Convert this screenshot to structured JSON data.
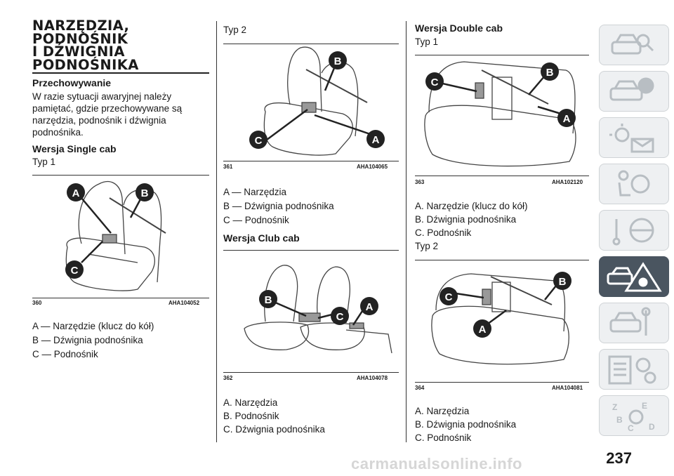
{
  "title_lines": [
    "NARZĘDZIA,",
    "PODNOŚNIK",
    "I DŹWIGNIA",
    "PODNOŚNIKA"
  ],
  "col1": {
    "subhead": "Przechowywanie",
    "intro": [
      "W razie sytuacji awaryjnej należy",
      "pamiętać, gdzie przechowywane są",
      "narzędzia, podnośnik i dźwignia",
      "podnośnika."
    ],
    "section": "Wersja Single cab",
    "type": "Typ 1",
    "fig_num": "360",
    "fig_code": "AHA104052",
    "legend": [
      "A — Narzędzie (klucz do kół)",
      "B — Dźwignia podnośnika",
      "C — Podnośnik"
    ]
  },
  "col2": {
    "type": "Typ 2",
    "fig1_num": "361",
    "fig1_code": "AHA104065",
    "legend1": [
      "A — Narzędzia",
      "B — Dźwignia podnośnika",
      "C — Podnośnik"
    ],
    "section": "Wersja Club cab",
    "fig2_num": "362",
    "fig2_code": "AHA104078",
    "legend2": [
      "A. Narzędzia",
      "B. Podnośnik",
      "C. Dźwignia podnośnika"
    ]
  },
  "col3": {
    "section": "Wersja Double cab",
    "type1": "Typ 1",
    "fig1_num": "363",
    "fig1_code": "AHA102120",
    "legend1": [
      "A. Narzędzie (klucz do kół)",
      "B. Dźwignia podnośnika",
      "C. Podnośnik"
    ],
    "type2": "Typ 2",
    "fig2_num": "364",
    "fig2_code": "AHA104081",
    "legend2": [
      "A. Narzędzia",
      "B. Dźwignia podnośnika",
      "C. Podnośnik"
    ]
  },
  "labels": {
    "a": "A",
    "b": "B",
    "c": "C"
  },
  "page_number": "237",
  "watermark": "carmanualsonline.info",
  "colors": {
    "label_fill": "#222222",
    "active_tab": "#4a5560",
    "tab": "#eef0f2"
  },
  "side_tabs": [
    "car-search-icon",
    "car-info-icon",
    "light-mail-icon",
    "airbag-icon",
    "steering-icon",
    "warning-triangle-icon",
    "car-service-icon",
    "list-gears-icon",
    "alphabet-index-icon"
  ]
}
